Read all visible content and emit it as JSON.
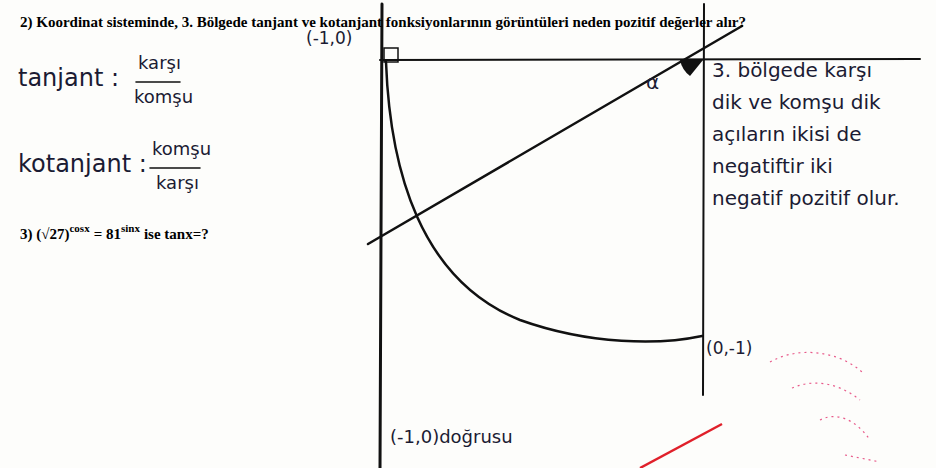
{
  "diagram": {
    "labels": [
      "2) Koordinat sisteminde, 3. Bölgede tanjant ve kotanjant fonksiyonlarının görüntüleri neden pozitif değerler alır?",
      "tanjant :",
      "karşı",
      "komşu",
      "kotanjant :",
      "komşu",
      "karşı",
      "3) (√27)",
      "cosx",
      "= 81",
      "sinx",
      "ise tanx=?",
      "(-1,0)",
      "α",
      "3. bölgede karşı dik ve komşu dik açıların ikisi de negatiftir iki negatif pozitif olur.",
      "(0,-1)",
      "(-1,0)doğrusu"
    ]
  }
}
